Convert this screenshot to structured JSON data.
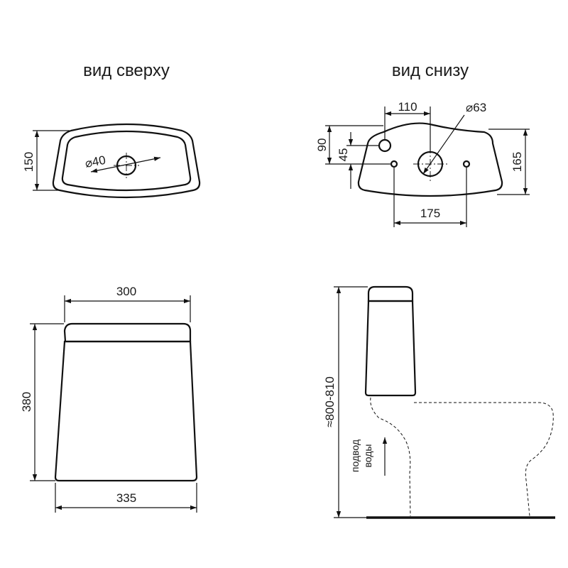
{
  "views": {
    "top_title": "вид сверху",
    "bottom_title": "вид снизу"
  },
  "dimensions": {
    "top_depth": "150",
    "top_hole": "40",
    "bottom_offset": "110",
    "bottom_hole": "63",
    "bottom_h1": "90",
    "bottom_h2": "45",
    "bottom_depth": "165",
    "bottom_spacing": "175",
    "front_top_width": "300",
    "front_height": "380",
    "front_bottom_width": "335",
    "side_height": "≈800-810"
  },
  "labels": {
    "water_supply_line1": "подвод",
    "water_supply_line2": "воды"
  },
  "symbols": {
    "diameter": "⌀"
  }
}
